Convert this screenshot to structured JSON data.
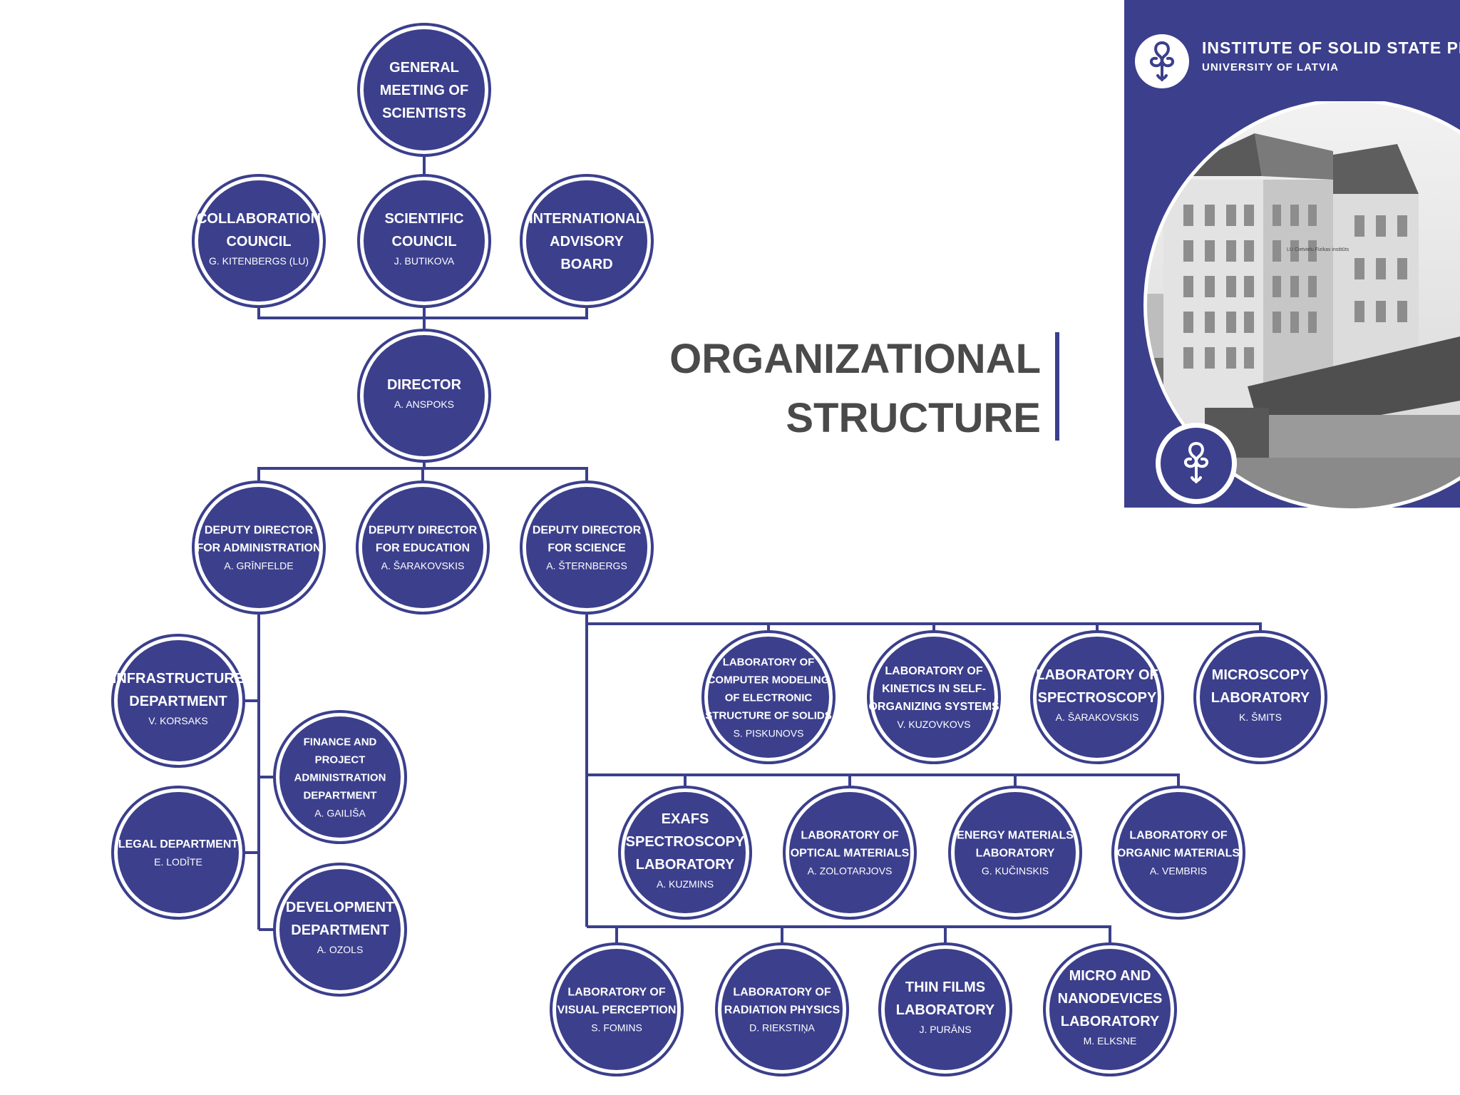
{
  "brand": {
    "name": "INSTITUTE OF SOLID STATE PHYSICS",
    "subtitle": "UNIVERSITY OF LATVIA",
    "building_sign": "LU Cietvielu Fizikas institūts"
  },
  "title": {
    "line1": "ORGANIZATIONAL",
    "line2": "STRUCTURE"
  },
  "nodes": [
    {
      "id": "general-meeting",
      "title": [
        "GENERAL",
        "MEETING OF",
        "SCIENTISTS"
      ],
      "person": ""
    },
    {
      "id": "collaboration-council",
      "title": [
        "COLLABORATION",
        "COUNCIL"
      ],
      "person": "G. KITENBERGS (LU)"
    },
    {
      "id": "scientific-council",
      "title": [
        "SCIENTIFIC",
        "COUNCIL"
      ],
      "person": "J. BUTIKOVA"
    },
    {
      "id": "international-advisory-board",
      "title": [
        "INTERNATIONAL",
        "ADVISORY",
        "BOARD"
      ],
      "person": ""
    },
    {
      "id": "director",
      "title": [
        "DIRECTOR"
      ],
      "person": "A. ANSPOKS"
    },
    {
      "id": "deputy-director-administration",
      "title": [
        "DEPUTY DIRECTOR",
        "FOR ADMINISTRATION"
      ],
      "person": "A. GRĪNFELDE"
    },
    {
      "id": "deputy-director-education",
      "title": [
        "DEPUTY DIRECTOR",
        "FOR EDUCATION"
      ],
      "person": "A. ŠARAKOVSKIS"
    },
    {
      "id": "deputy-director-science",
      "title": [
        "DEPUTY DIRECTOR",
        "FOR SCIENCE"
      ],
      "person": "A. ŠTERNBERGS"
    },
    {
      "id": "infrastructure-department",
      "title": [
        "INFRASTRUCTURE",
        "DEPARTMENT"
      ],
      "person": "V. KORSAKS"
    },
    {
      "id": "finance-project-administration-department",
      "title": [
        "FINANCE AND",
        "PROJECT",
        "ADMINISTRATION",
        "DEPARTMENT"
      ],
      "person": "A. GAILIŠA"
    },
    {
      "id": "legal-department",
      "title": [
        "LEGAL DEPARTMENT"
      ],
      "person": "E. LODĪTE"
    },
    {
      "id": "development-department",
      "title": [
        "DEVELOPMENT",
        "DEPARTMENT"
      ],
      "person": "A. OZOLS"
    },
    {
      "id": "lab-computer-modeling",
      "title": [
        "LABORATORY OF",
        "COMPUTER MODELING",
        "OF ELECTRONIC",
        "STRUCTURE OF SOLIDS"
      ],
      "person": "S. PISKUNOVS"
    },
    {
      "id": "lab-kinetics",
      "title": [
        "LABORATORY OF",
        "KINETICS IN SELF-",
        "ORGANIZING SYSTEMS"
      ],
      "person": "V. KUZOVKOVS"
    },
    {
      "id": "lab-spectroscopy",
      "title": [
        "LABORATORY OF",
        "SPECTROSCOPY"
      ],
      "person": "A. ŠARAKOVSKIS"
    },
    {
      "id": "lab-microscopy",
      "title": [
        "MICROSCOPY",
        "LABORATORY"
      ],
      "person": "K. ŠMITS"
    },
    {
      "id": "lab-exafs",
      "title": [
        "EXAFS",
        "SPECTROSCOPY",
        "LABORATORY"
      ],
      "person": "A. KUZMINS"
    },
    {
      "id": "lab-optical-materials",
      "title": [
        "LABORATORY OF",
        "OPTICAL MATERIALS"
      ],
      "person": "A. ZOLOTARJOVS"
    },
    {
      "id": "lab-energy-materials",
      "title": [
        "ENERGY MATERIALS",
        "LABORATORY"
      ],
      "person": "G. KUČINSKIS"
    },
    {
      "id": "lab-organic-materials",
      "title": [
        "LABORATORY OF",
        "ORGANIC MATERIALS"
      ],
      "person": "A. VEMBRIS"
    },
    {
      "id": "lab-visual-perception",
      "title": [
        "LABORATORY OF",
        "VISUAL PERCEPTION"
      ],
      "person": "S. FOMINS"
    },
    {
      "id": "lab-radiation-physics",
      "title": [
        "LABORATORY OF",
        "RADIATION PHYSICS"
      ],
      "person": "D. RIEKSTIŅA"
    },
    {
      "id": "lab-thin-films",
      "title": [
        "THIN FILMS",
        "LABORATORY"
      ],
      "person": "J. PURĀNS"
    },
    {
      "id": "lab-micro-nanodevices",
      "title": [
        "MICRO AND",
        "NANODEVICES",
        "LABORATORY"
      ],
      "person": "M. ELKSNE"
    }
  ],
  "edges": [
    [
      "general-meeting",
      "scientific-council"
    ],
    [
      "scientific-council",
      "director"
    ],
    [
      "collaboration-council",
      "director"
    ],
    [
      "international-advisory-board",
      "director"
    ],
    [
      "director",
      "deputy-director-administration"
    ],
    [
      "director",
      "deputy-director-education"
    ],
    [
      "director",
      "deputy-director-science"
    ],
    [
      "deputy-director-administration",
      "infrastructure-department"
    ],
    [
      "deputy-director-administration",
      "finance-project-administration-department"
    ],
    [
      "deputy-director-administration",
      "legal-department"
    ],
    [
      "deputy-director-administration",
      "development-department"
    ],
    [
      "deputy-director-science",
      "lab-computer-modeling"
    ],
    [
      "deputy-director-science",
      "lab-kinetics"
    ],
    [
      "deputy-director-science",
      "lab-spectroscopy"
    ],
    [
      "deputy-director-science",
      "lab-microscopy"
    ],
    [
      "deputy-director-science",
      "lab-exafs"
    ],
    [
      "deputy-director-science",
      "lab-optical-materials"
    ],
    [
      "deputy-director-science",
      "lab-energy-materials"
    ],
    [
      "deputy-director-science",
      "lab-organic-materials"
    ],
    [
      "deputy-director-science",
      "lab-visual-perception"
    ],
    [
      "deputy-director-science",
      "lab-radiation-physics"
    ],
    [
      "deputy-director-science",
      "lab-thin-films"
    ],
    [
      "deputy-director-science",
      "lab-micro-nanodevices"
    ]
  ],
  "colors": {
    "primary": "#3b3f8c",
    "title_text": "#4a4a4a",
    "background": "#ffffff"
  }
}
